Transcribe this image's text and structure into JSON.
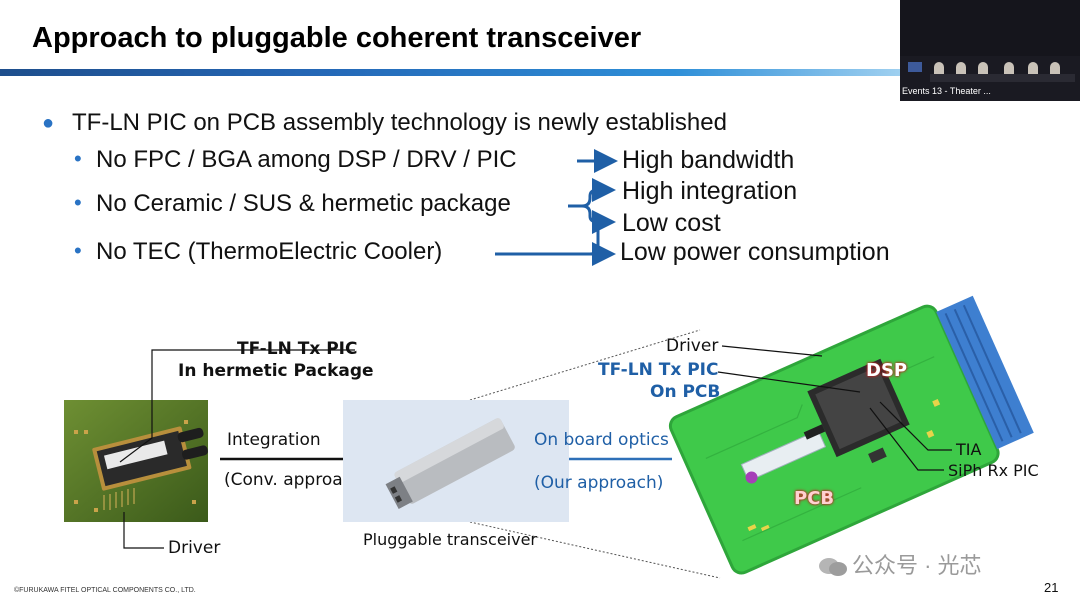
{
  "header": {
    "title": "Approach to pluggable coherent transceiver"
  },
  "video_inset": {
    "label": "Events 13 - Theater ..."
  },
  "bullets": {
    "main": "TF-LN PIC on PCB assembly technology is newly established",
    "sub": [
      "No FPC / BGA among DSP / DRV / PIC",
      "No Ceramic / SUS & hermetic package",
      "No TEC (ThermoElectric Cooler)"
    ],
    "results": [
      "High bandwidth",
      "High integration",
      "Low cost",
      "Low power consumption"
    ]
  },
  "diagram": {
    "left_caption": [
      "TF-LN Tx PIC",
      "In hermetic Package"
    ],
    "left_driver": "Driver",
    "arrow_left": [
      "Integration",
      "(Conv. approach)"
    ],
    "center_caption": "Pluggable transceiver",
    "arrow_right": [
      "On board optics",
      "(Our approach)"
    ],
    "right_labels": {
      "driver": "Driver",
      "tx_pic": [
        "TF-LN Tx PIC",
        "On PCB"
      ],
      "dsp": "DSP",
      "pcb": "PCB",
      "tia": "TIA",
      "rx_pic": "SiPh Rx PIC"
    }
  },
  "footer": {
    "copyright": "©FURUKAWA FITEL OPTICAL COMPONENTS CO., LTD.",
    "page_number": "21",
    "watermark": "公众号 · 光芯"
  },
  "colors": {
    "accent_blue": "#1f5fa6",
    "bullet_blue": "#2a73c4",
    "pcb_green": "#3fc94a",
    "connector_blue": "#3e7fd0"
  }
}
